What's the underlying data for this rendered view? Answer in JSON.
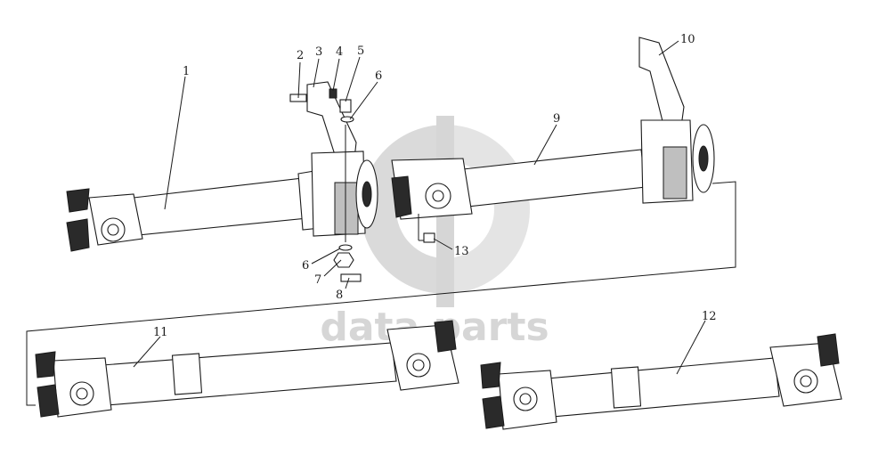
{
  "watermark": {
    "text": "data parts",
    "color": "#c9c9c9"
  },
  "callouts": [
    {
      "label": "1"
    },
    {
      "label": "2"
    },
    {
      "label": "3"
    },
    {
      "label": "4"
    },
    {
      "label": "5"
    },
    {
      "label": "6"
    },
    {
      "label": "6"
    },
    {
      "label": "7"
    },
    {
      "label": "8"
    },
    {
      "label": "9"
    },
    {
      "label": "10"
    },
    {
      "label": "11"
    },
    {
      "label": "12"
    },
    {
      "label": "13"
    }
  ],
  "colors": {
    "line": "#1a1a1a",
    "background": "#ffffff"
  }
}
